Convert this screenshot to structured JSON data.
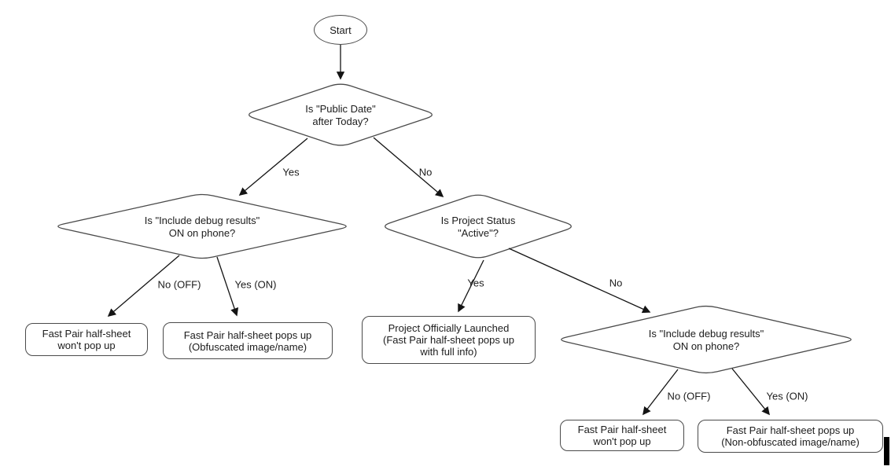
{
  "colors": {
    "background": "#ffffff",
    "shape_stroke": "#4a4a4a",
    "arrow": "#141414",
    "text": "#1c1c1c"
  },
  "flowchart": {
    "start": {
      "label": "Start"
    },
    "decisions": {
      "public_date": {
        "text": "Is \"Public Date\"\nafter Today?"
      },
      "debug_left": {
        "text": "Is \"Include debug results\"\nON on phone?"
      },
      "project_status": {
        "text": "Is Project Status\n\"Active\"?"
      },
      "debug_right": {
        "text": "Is \"Include debug results\"\nON on phone?"
      }
    },
    "edges": {
      "yes_top": "Yes",
      "no_top": "No",
      "no_off_left": "No (OFF)",
      "yes_on_left": "Yes (ON)",
      "yes_mid": "Yes",
      "no_mid": "No",
      "no_off_right": "No (OFF)",
      "yes_on_right": "Yes (ON)"
    },
    "outcomes": {
      "wont_pop_up_left": {
        "text": "Fast Pair half-sheet\nwon't pop up"
      },
      "obfuscated": {
        "text": "Fast Pair half-sheet pops up\n(Obfuscated image/name)"
      },
      "launched": {
        "text": "Project Officially Launched\n(Fast Pair half-sheet pops up\nwith full info)"
      },
      "wont_pop_up_right": {
        "text": "Fast Pair half-sheet\nwon't pop up"
      },
      "non_obfuscated": {
        "text": "Fast Pair half-sheet pops up\n(Non-obfuscated image/name)"
      }
    }
  }
}
